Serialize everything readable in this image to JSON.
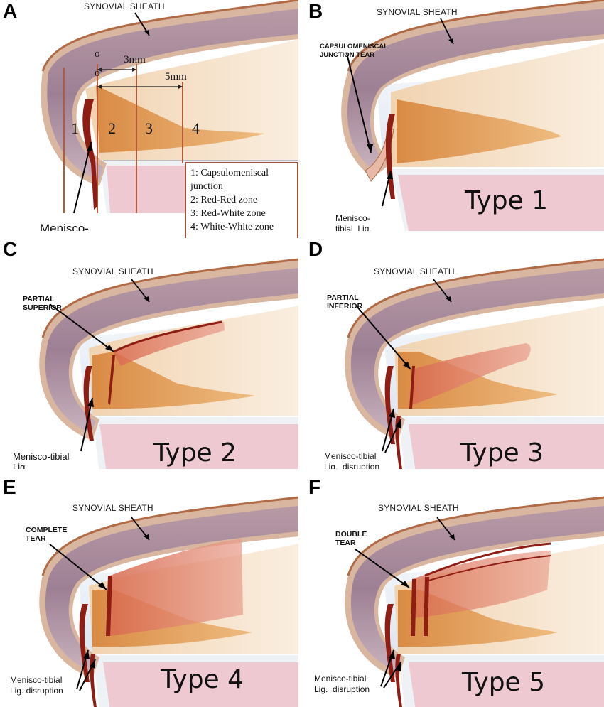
{
  "panels": [
    {
      "letter": "A",
      "synovial": "SYNOVIAL SHEATH",
      "ligament": "Menisco-\ntibial  Lig.",
      "zones": [
        "1",
        "2",
        "3",
        "4"
      ],
      "dims": {
        "o1": "o",
        "d1": "3mm",
        "o2": "o",
        "d2": "5mm"
      },
      "legend": [
        "1: Capsulomeniscal",
        "junction",
        "2: Red-Red zone",
        "3: Red-White zone",
        "4: White-White zone"
      ]
    },
    {
      "letter": "B",
      "synovial": "SYNOVIAL SHEATH",
      "tear": "CAPSULOMENISCAL\nJUNCTION TEAR",
      "ligament": "Menisco-\ntibial  Lig.",
      "type": "Type 1"
    },
    {
      "letter": "C",
      "synovial": "SYNOVIAL SHEATH",
      "tear": "PARTIAL\nSUPERIOR",
      "ligament": "Menisco-tibial\nLig.",
      "type": "Type 2"
    },
    {
      "letter": "D",
      "synovial": "SYNOVIAL SHEATH",
      "tear": "PARTIAL\nINFERIOR",
      "ligament": "Menisco-tibial\nLig.  disruption",
      "type": "Type 3"
    },
    {
      "letter": "E",
      "synovial": "SYNOVIAL SHEATH",
      "tear": "COMPLETE\nTEAR",
      "ligament": "Menisco-tibial\nLig. disruption",
      "type": "Type 4"
    },
    {
      "letter": "F",
      "synovial": "SYNOVIAL SHEATH",
      "tear": "DOUBLE\nTEAR",
      "ligament": "Menisco-tibial\nLig.  disruption",
      "type": "Type 5"
    }
  ],
  "colors": {
    "capsule_outer": "#c9a491",
    "capsule_inner": "#9e7f8f",
    "meniscus_light": "#f4dfc8",
    "meniscus_core": "#e3a25f",
    "tibia": "#eec9d2",
    "ligament": "#8e1e14",
    "tear_flap": "#e59a85"
  }
}
